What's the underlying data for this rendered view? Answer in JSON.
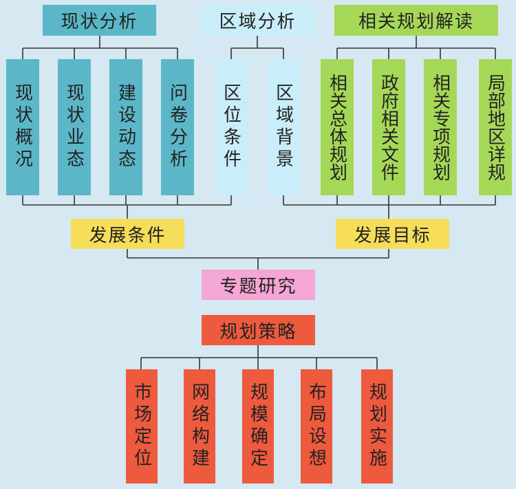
{
  "colors": {
    "teal": "#5bb7c8",
    "sky": "#c9eefa",
    "green": "#a6d858",
    "yellow": "#f6dd5a",
    "pink": "#f4a6d4",
    "red": "#ee5a3e",
    "line": "#333333"
  },
  "groups": {
    "current": {
      "title": "现状分析",
      "items": [
        "现状概况",
        "现状业态",
        "建设动态",
        "问卷分析"
      ]
    },
    "regional": {
      "title": "区域分析",
      "items": [
        "区位条件",
        "区域背景"
      ]
    },
    "planning": {
      "title": "相关规划解读",
      "items": [
        "相关总体规划",
        "政府相关文件",
        "相关专项规划",
        "局部地区详规"
      ]
    }
  },
  "conditions": "发展条件",
  "goals": "发展目标",
  "research": "专题研究",
  "strategy": "规划策略",
  "outputs": [
    "市场定位",
    "网络构建",
    "规模确定",
    "布局设想",
    "规划实施"
  ]
}
